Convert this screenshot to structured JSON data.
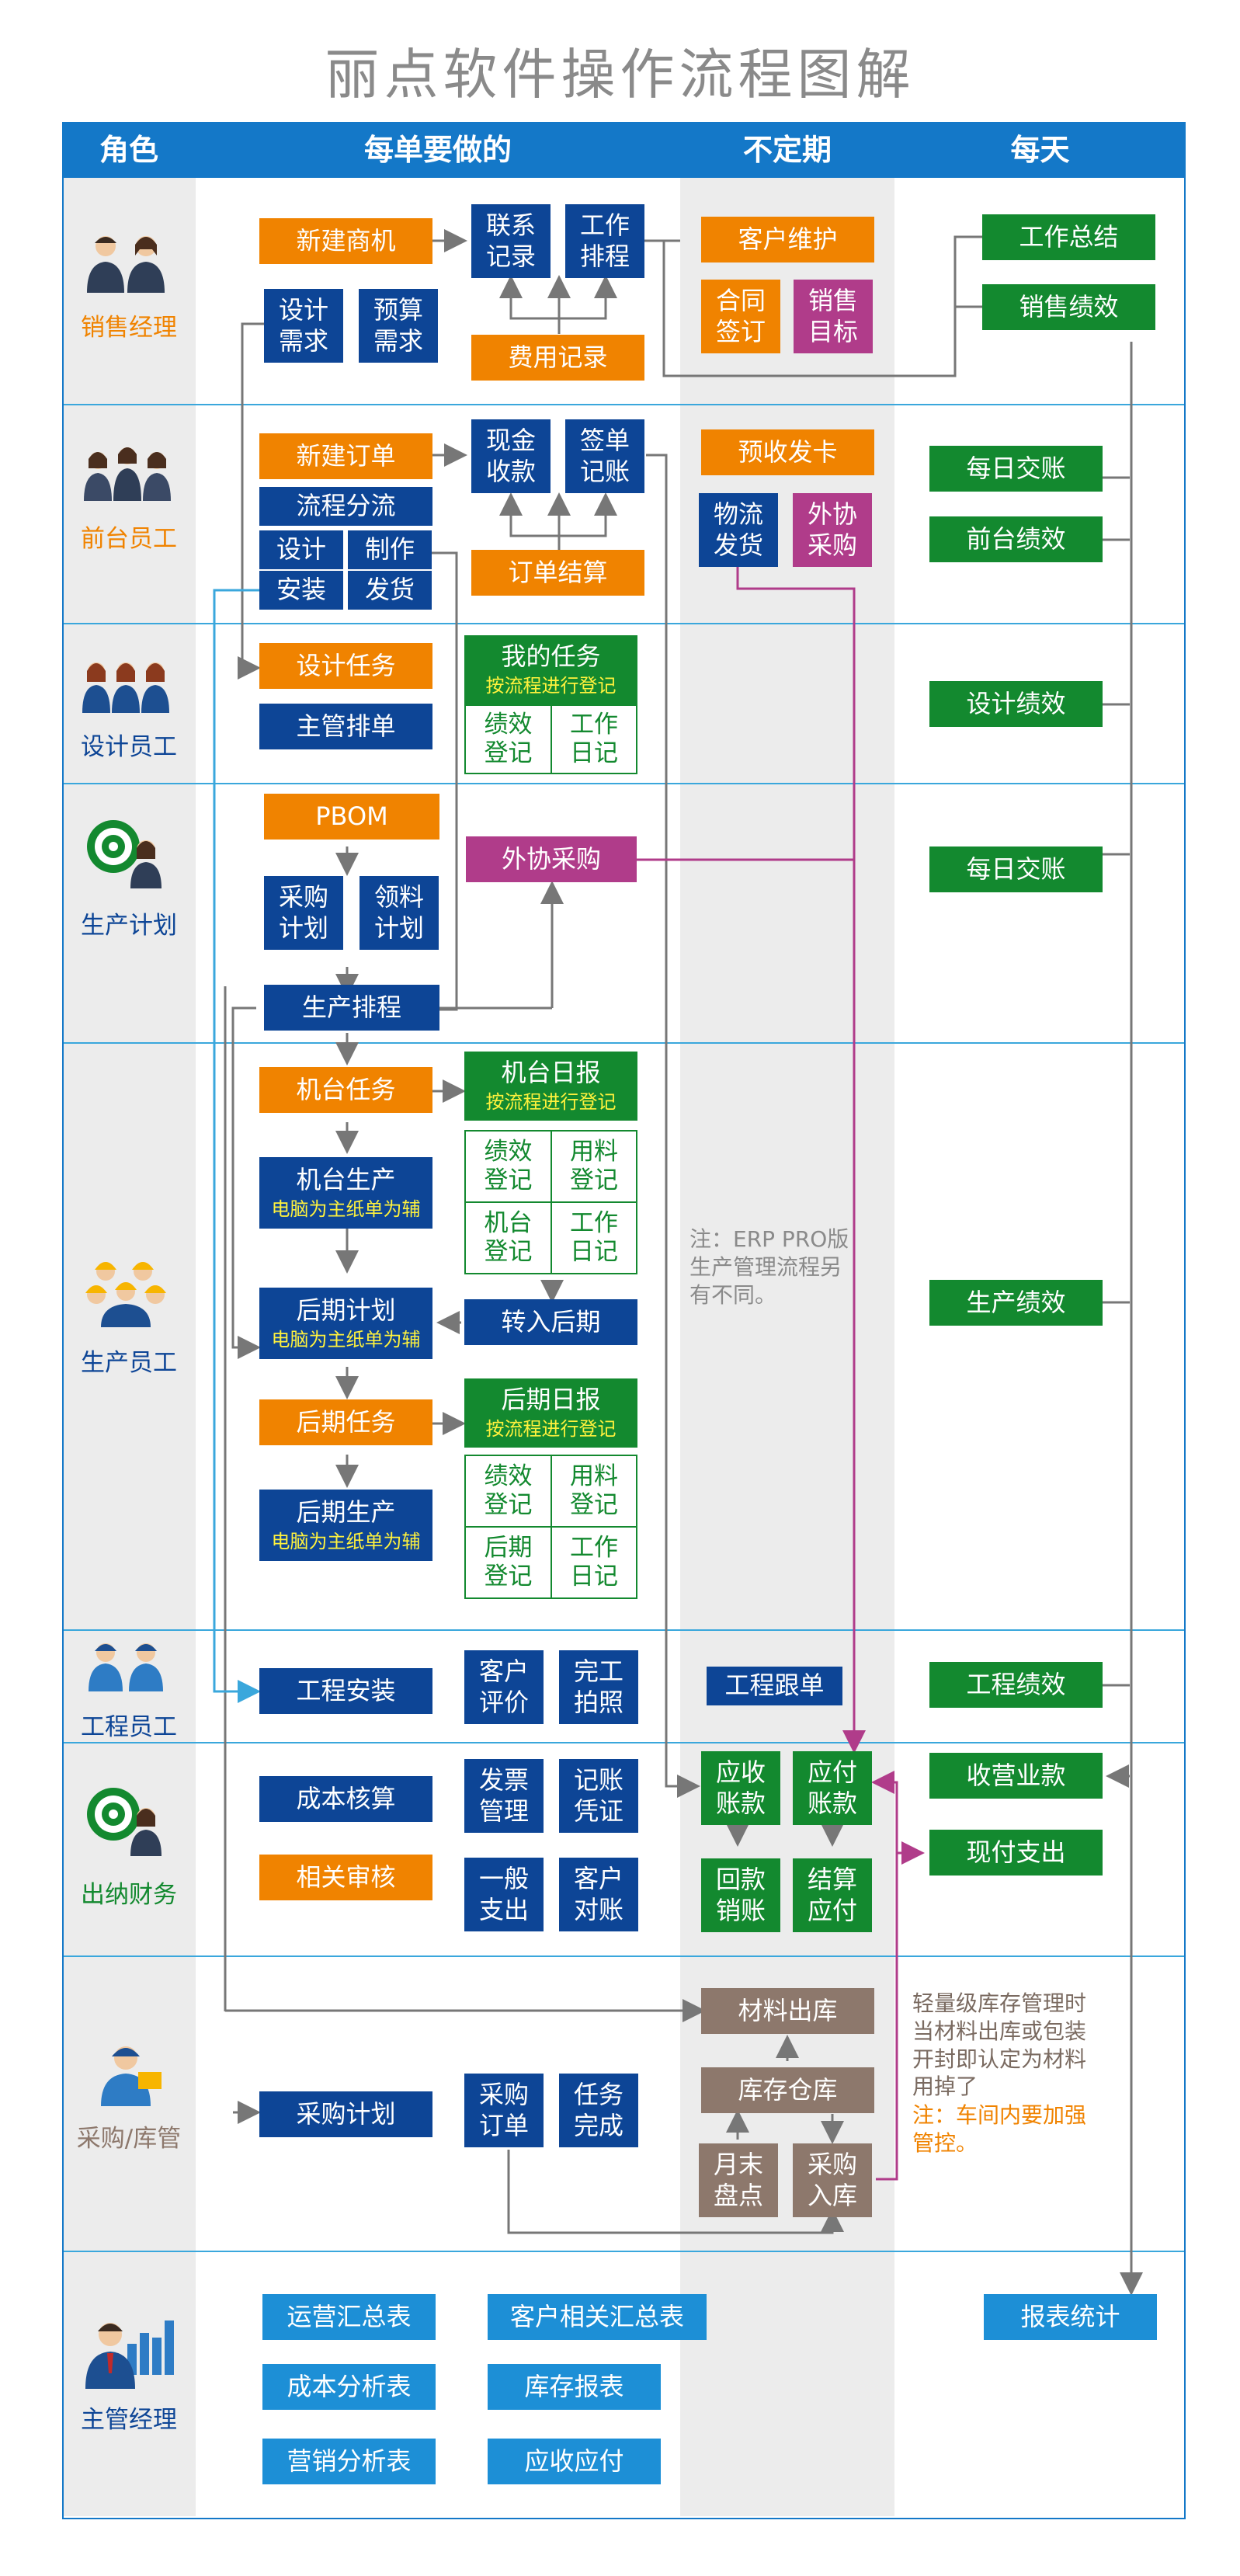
{
  "title": "丽点软件操作流程图解",
  "headers": {
    "role": "角色",
    "per_order": "每单要做的",
    "irregular": "不定期",
    "daily": "每天"
  },
  "roles": {
    "sales": "销售经理",
    "front": "前台员工",
    "design": "设计员工",
    "plan": "生产计划",
    "production": "生产员工",
    "engineering": "工程员工",
    "finance": "出纳财务",
    "purchase": "采购/库管",
    "manager": "主管经理"
  },
  "sales": {
    "new_opportunity": "新建商机",
    "contact_record": "联系\n记录",
    "work_schedule": "工作\n排程",
    "design_need": "设计\n需求",
    "budget_need": "预算\n需求",
    "expense_record": "费用记录",
    "customer_care": "客户维护",
    "contract_sign": "合同\n签订",
    "sales_target": "销售\n目标",
    "work_summary": "工作总结",
    "sales_perf": "销售绩效"
  },
  "front": {
    "new_order": "新建订单",
    "flow_split": "流程分流",
    "design": "设计",
    "make": "制作",
    "install": "安装",
    "deliver": "发货",
    "cash_payment": "现金\n收款",
    "sign_credit": "签单\n记账",
    "order_settle": "订单结算",
    "prepaid_card": "预收发卡",
    "logistics_ship": "物流\n发货",
    "outsource_purchase": "外协\n采购",
    "daily_account": "每日交账",
    "front_perf": "前台绩效"
  },
  "design": {
    "design_task": "设计任务",
    "supervisor_schedule": "主管排单",
    "my_task": "我的任务",
    "register_by_flow": "按流程进行登记",
    "perf_register": "绩效\n登记",
    "work_log": "工作\n日记",
    "design_perf": "设计绩效"
  },
  "plan": {
    "pbom": "PBOM",
    "purchase_plan": "采购\n计划",
    "picking_plan": "领料\n计划",
    "outsource_purchase": "外协采购",
    "production_schedule": "生产排程",
    "daily_account": "每日交账"
  },
  "production": {
    "machine_task": "机台任务",
    "machine_production": "机台生产",
    "computer_main": "电脑为主纸单为辅",
    "post_plan": "后期计划",
    "post_task": "后期任务",
    "post_production": "后期生产",
    "machine_daily": "机台日报",
    "register_by_flow": "按流程进行登记",
    "perf_register": "绩效\n登记",
    "material_register": "用料\n登记",
    "machine_register": "机台\n登记",
    "work_log": "工作\n日记",
    "to_post": "转入后期",
    "post_daily": "后期日报",
    "post_register": "后期\n登记",
    "note": "注：ERP PRO版\n生产管理流程另\n有不同。",
    "production_perf": "生产绩效"
  },
  "engineering": {
    "install": "工程安装",
    "customer_review": "客户\n评价",
    "finish_photo": "完工\n拍照",
    "follow_order": "工程跟单",
    "engineering_perf": "工程绩效"
  },
  "finance": {
    "cost_accounting": "成本核算",
    "related_audit": "相关审核",
    "invoice_mgmt": "发票\n管理",
    "voucher": "记账\n凭证",
    "general_expense": "一般\n支出",
    "customer_reconcile": "客户\n对账",
    "receivable": "应收\n账款",
    "payable": "应付\n账款",
    "payment_writeoff": "回款\n销账",
    "settle_payable": "结算\n应付",
    "revenue_receipt": "收营业款",
    "cash_expense": "现付支出"
  },
  "purchase": {
    "purchase_plan": "采购计划",
    "purchase_order": "采购\n订单",
    "task_done": "任务\n完成",
    "material_out": "材料出库",
    "warehouse": "库存仓库",
    "month_end_count": "月末\n盘点",
    "purchase_in": "采购\n入库",
    "note": "轻量级库存管理时\n当材料出库或包装\n开封即认定为材料\n用掉了",
    "note_warn": "注：车间内要加强\n管控。"
  },
  "manager": {
    "ops_summary": "运营汇总表",
    "customer_summary": "客户相关汇总表",
    "cost_analysis": "成本分析表",
    "inventory_report": "库存报表",
    "marketing_analysis": "营销分析表",
    "receivable_payable": "应收应付",
    "report_stats": "报表统计"
  },
  "colors": {
    "orange": "#f08300",
    "navy": "#0d4596",
    "green": "#13892f",
    "purple": "#b03c8a",
    "brown": "#8d786c",
    "light_blue": "#1d8fd6",
    "header_blue": "#1478c8"
  }
}
